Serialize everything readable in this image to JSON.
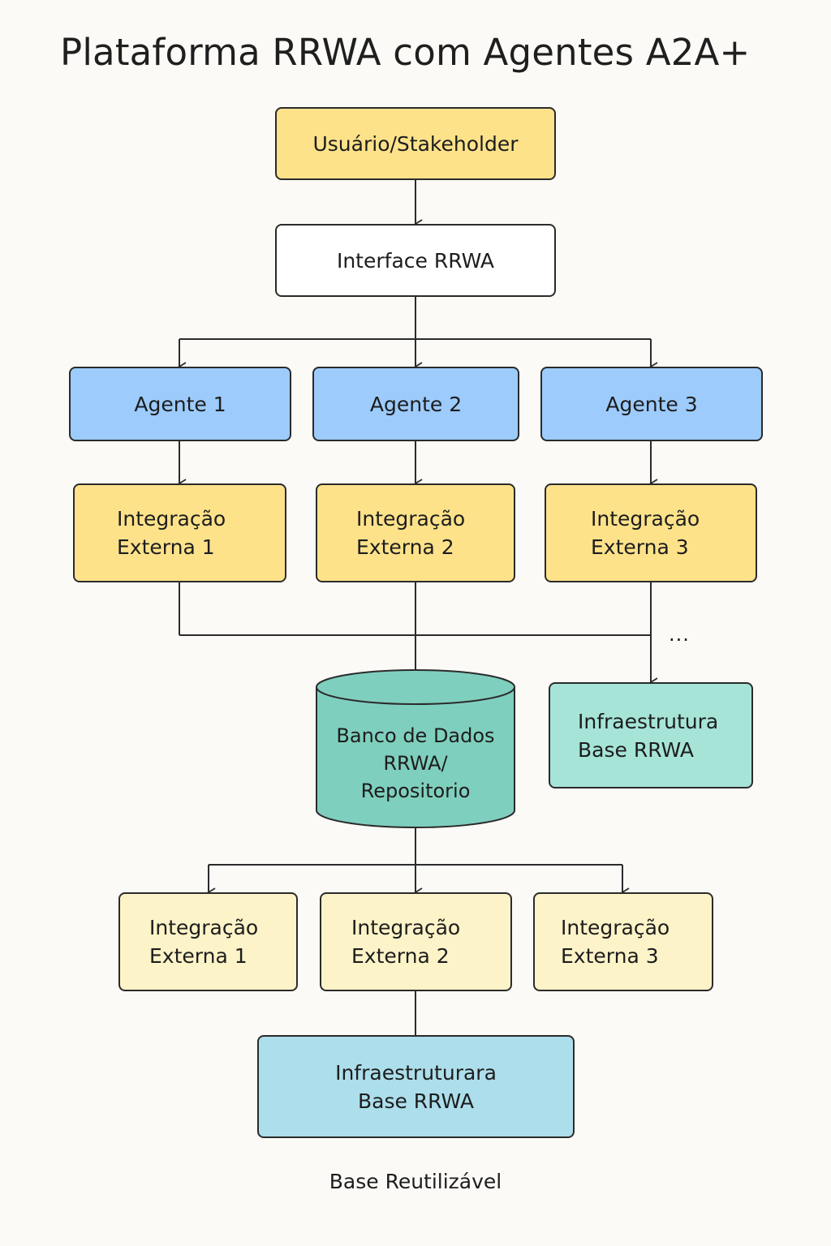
{
  "title": "Plataforma RRWA com Agentes A2A+",
  "user_node": "Usuário/Stakeholder",
  "interface_node": "Interface RRWA",
  "agents": [
    "Agente 1",
    "Agente 2",
    "Agente 3"
  ],
  "top_integrations": [
    {
      "line1": "Integração",
      "line2": "Externa 1"
    },
    {
      "line1": "Integração",
      "line2": "Externa 2"
    },
    {
      "line1": "Integração",
      "line2": "Externa 3"
    }
  ],
  "ellipsis": "...",
  "database": {
    "line1": "Banco de Dados",
    "line2": "RRWA/",
    "line3": "Repositorio"
  },
  "infra_right": {
    "line1": "Infraestrutura",
    "line2": "Base RRWA"
  },
  "bottom_integrations": [
    {
      "line1": "Integração",
      "line2": "Externa 1"
    },
    {
      "line1": "Integração",
      "line2": "Externa 2"
    },
    {
      "line1": "Integração",
      "line2": "Externa 3"
    }
  ],
  "infra_bottom": {
    "line1": "Infraestruturara",
    "line2": "Base RRWA"
  },
  "footer": "Base Reutilizável",
  "colors": {
    "user": "#fde28a",
    "agent": "#9ccbfc",
    "integration_top": "#fde28a",
    "database": "#7fcfbe",
    "infra_right": "#a6e4d8",
    "integration_bottom": "#fdf3c8",
    "infra_bottom": "#addeeb"
  }
}
